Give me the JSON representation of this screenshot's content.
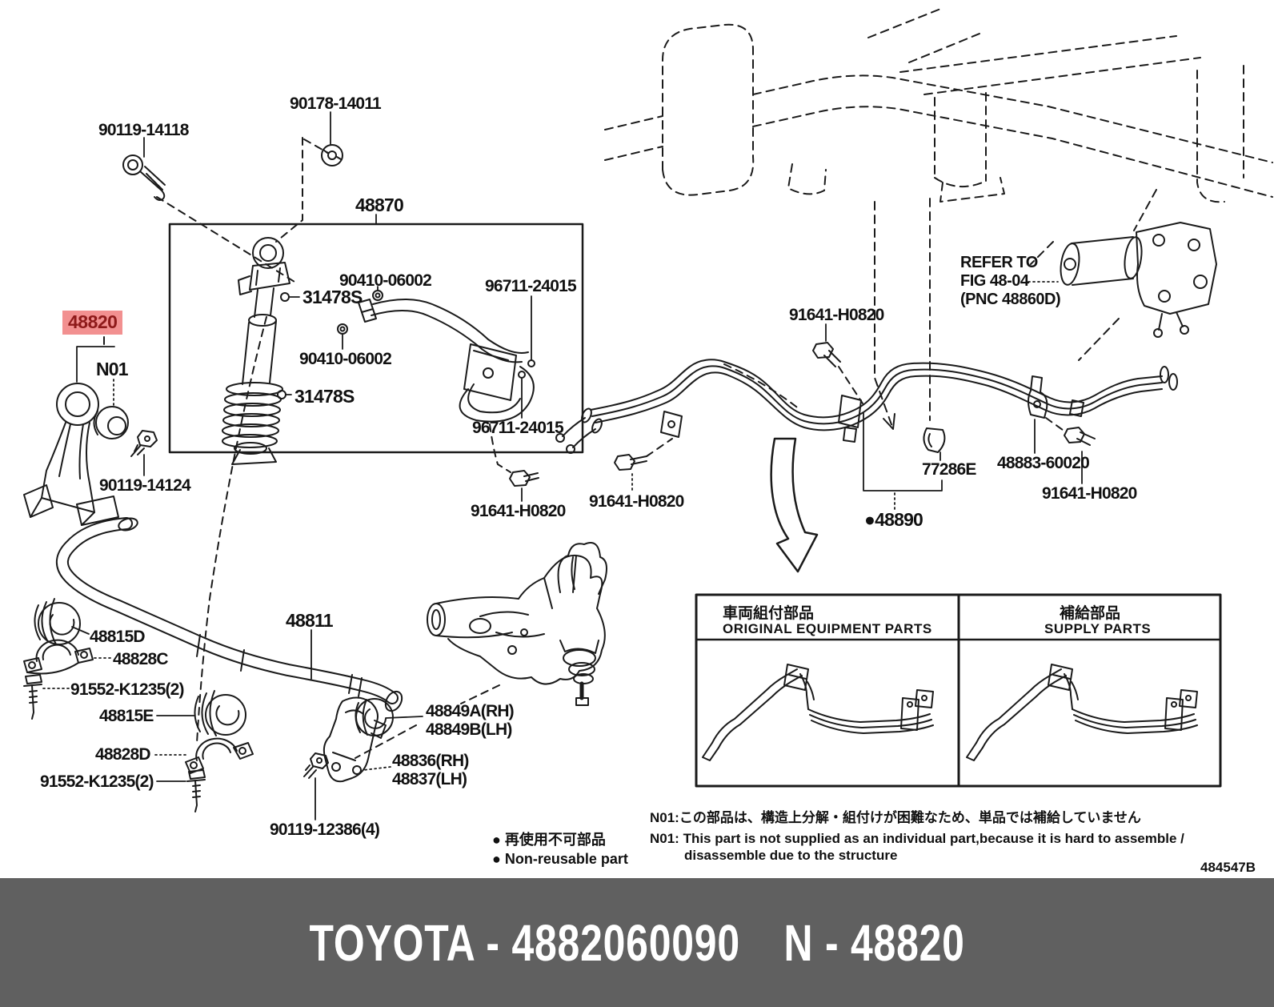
{
  "diagram_title": "Toyota stabilizer bar and front suspension parts diagram",
  "callouts": [
    {
      "text": "90119-14118"
    },
    {
      "text": "90178-14011"
    },
    {
      "text": "48870"
    },
    {
      "text": "90410-06002"
    },
    {
      "text": "31478S"
    },
    {
      "text": "90410-06002"
    },
    {
      "text": "31478S"
    },
    {
      "text": "48820"
    },
    {
      "text": "N01"
    },
    {
      "text": "90119-14124"
    },
    {
      "text": "96711-24015"
    },
    {
      "text": "96711-24015"
    },
    {
      "text": "91641-H0820"
    },
    {
      "text": "91641-H0820"
    },
    {
      "text": "91641-H0820"
    },
    {
      "text": "REFER TO"
    },
    {
      "text": "FIG 48-04"
    },
    {
      "text": "(PNC 48860D)"
    },
    {
      "text": "77286E"
    },
    {
      "text": "48883-60020"
    },
    {
      "text": "91641-H0820"
    },
    {
      "text": "●48890"
    },
    {
      "text": "48811"
    },
    {
      "text": "48815D"
    },
    {
      "text": "48828C"
    },
    {
      "text": "91552-K1235(2)"
    },
    {
      "text": "48815E"
    },
    {
      "text": "48828D"
    },
    {
      "text": "91552-K1235(2)"
    },
    {
      "text": "90119-12386(4)"
    },
    {
      "text": "48849A(RH)"
    },
    {
      "text": "48849B(LH)"
    },
    {
      "text": "48836(RH)"
    },
    {
      "text": "48837(LH)"
    }
  ],
  "highlight": {
    "part": "48820",
    "background": "#f29090",
    "color": "#8e1a1a"
  },
  "table": {
    "left_jp": "車両組付部品",
    "left_en": "ORIGINAL EQUIPMENT PARTS",
    "right_jp": "補給部品",
    "right_en": "SUPPLY PARTS"
  },
  "legend": {
    "jp": "● 再使用不可部品",
    "en": "● Non-reusable part"
  },
  "notes": {
    "jp": "N01:この部品は、構造上分解・組付けが困難なため、単品では補給していません",
    "en1": "N01: This part is not supplied as an individual part,because it is hard to assemble /",
    "en2": "disassemble due to the structure"
  },
  "figure_code": "484547B",
  "banner": {
    "left": "TOYOTA - 4882060090",
    "right": "N - 48820"
  }
}
